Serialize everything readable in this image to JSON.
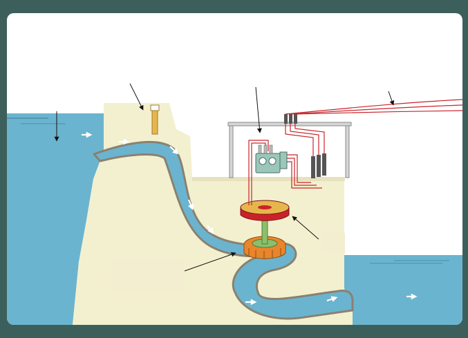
{
  "colors": {
    "outer_frame": "#3d5f5c",
    "panel": "#ffffff",
    "water": "#6bb4cf",
    "water_line": "#4a8fa8",
    "land": "#f3f0cf",
    "pipe_wall": "#8a8170",
    "generator": "#c9232a",
    "generator_top": "#e6b64d",
    "turbine": "#e9852c",
    "shaft": "#8cbf6c",
    "transformer": "#9bc7ba",
    "power_line": "#c9232a",
    "arrow": "#111111",
    "flow_arrow": "#ffffff",
    "label_box": "#f3eed0"
  },
  "diagram": {
    "parts": [
      "reservoir",
      "intake-gate",
      "penstock",
      "turbine",
      "generator",
      "transformer",
      "power-lines",
      "river-outflow"
    ],
    "labels": []
  }
}
